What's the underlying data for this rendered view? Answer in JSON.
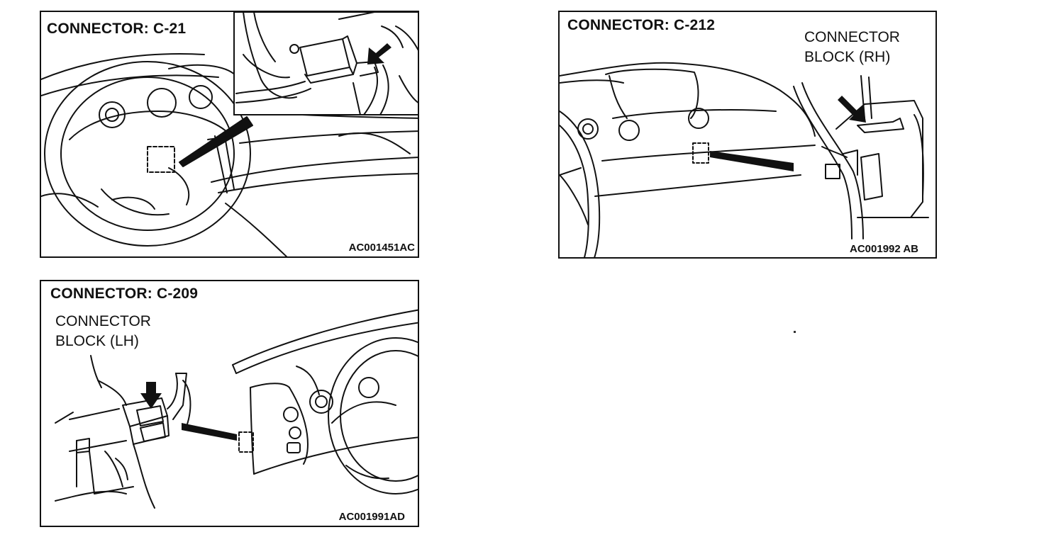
{
  "panels": [
    {
      "title": "CONNECTOR: C-21",
      "code": "AC001451AC"
    },
    {
      "title": "CONNECTOR: C-212",
      "callout": [
        "CONNECTOR",
        "BLOCK (RH)"
      ],
      "code": "AC001992 AB"
    },
    {
      "title": "CONNECTOR: C-209",
      "callout": [
        "CONNECTOR",
        "BLOCK (LH)"
      ],
      "code": "AC001991AD"
    }
  ]
}
